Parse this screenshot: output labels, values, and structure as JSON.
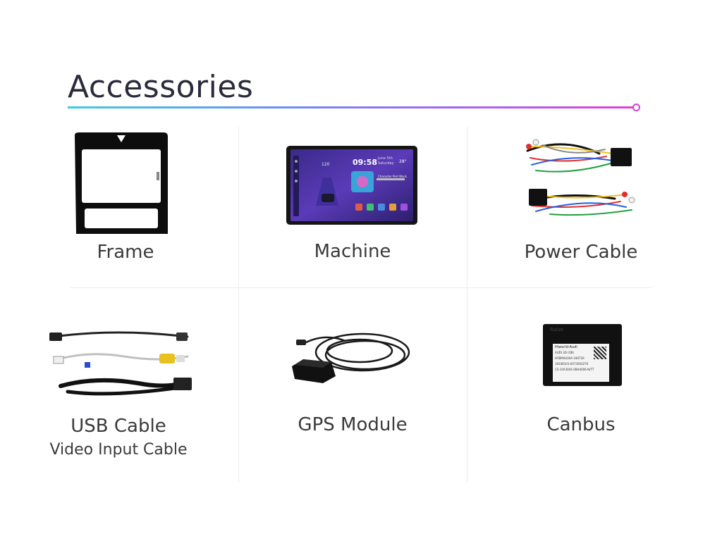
{
  "header": {
    "title": "Accessories"
  },
  "accessories": [
    {
      "name": "Frame",
      "icon": "frame-icon"
    },
    {
      "name": "Machine",
      "icon": "head-unit-icon",
      "screen": {
        "clock": "09:58",
        "info": "June 5th",
        "day": "Saturday",
        "temp": "28°",
        "speed": "120",
        "song": "Character Part Black"
      }
    },
    {
      "name": "Power Cable",
      "icon": "power-harness-icon"
    },
    {
      "name": "USB Cable",
      "subtitle": "Video Input Cable",
      "icon": "usb-cable-icon"
    },
    {
      "name": "GPS Module",
      "icon": "gps-antenna-icon"
    },
    {
      "name": "Canbus",
      "icon": "canbus-box-icon",
      "box": {
        "brand": "Raise",
        "line1": "Hiworld-Audi",
        "line2": "AUDI 3D (OB)",
        "line3": "HYBMAU00A 180726",
        "line4": "18108101-00730S0276",
        "line5": "CS-10A3004-0BH4006-N/TT"
      }
    }
  ],
  "colors": {
    "accent_start": "#3ccbe8",
    "accent_end": "#e23fd6",
    "title": "#2b2a3d"
  }
}
